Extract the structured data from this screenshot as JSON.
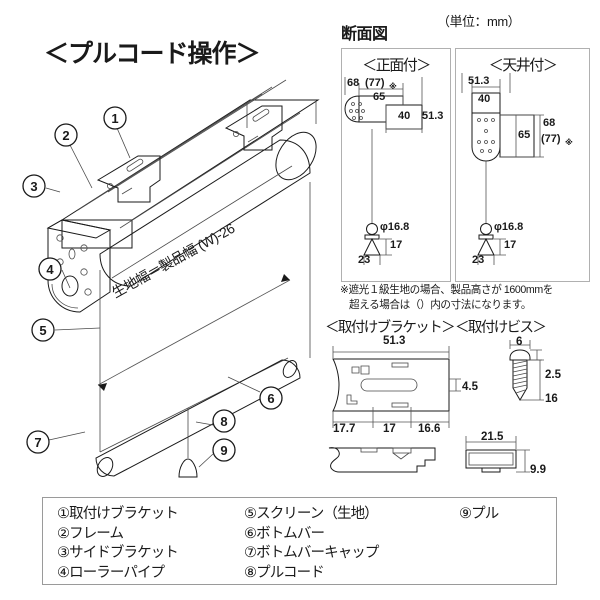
{
  "main_title": "＜プルコード操作＞",
  "unit_note": "（単位：mm）",
  "section_view": {
    "title": "断面図",
    "front_mount": {
      "title": "＜正面付＞",
      "dim_total": "68",
      "dim_total_paren": "(77)",
      "dim_65": "65",
      "dim_40": "40",
      "dim_513": "51.3",
      "dim_phi": "φ16.8",
      "dim_17": "17",
      "dim_23": "23"
    },
    "ceiling_mount": {
      "title": "＜天井付＞",
      "dim_513": "51.3",
      "dim_40": "40",
      "dim_65": "65",
      "dim_total": "68",
      "dim_total_paren": "(77)",
      "dim_phi": "φ16.8",
      "dim_17": "17",
      "dim_23": "23"
    },
    "note_line1": "※遮光１級生地の場合、製品高さが 1600mmを",
    "note_line2": "超える場合は（）内の寸法になります。"
  },
  "bracket": {
    "title": "＜取付けブラケット＞",
    "dim_513": "51.3",
    "dim_45": "4.5",
    "dim_177": "17.7",
    "dim_17": "17",
    "dim_166": "16.6"
  },
  "screw": {
    "title": "＜取付けビス＞",
    "dim_6": "6",
    "dim_25": "2.5",
    "dim_16": "16",
    "dim_215": "21.5",
    "dim_99": "9.9"
  },
  "illustration": {
    "width_label": "生地幅＝製品幅 (W)-26",
    "callouts": [
      "①",
      "②",
      "③",
      "④",
      "⑤",
      "⑥",
      "⑦",
      "⑧",
      "⑨"
    ]
  },
  "legend": {
    "column1": [
      "①取付けブラケット",
      "②フレーム",
      "③サイドブラケット",
      "④ローラーパイプ"
    ],
    "column2": [
      "⑤スクリーン（生地）",
      "⑥ボトムバー",
      "⑦ボトムバーキャップ",
      "⑧プルコード"
    ],
    "column3": [
      "⑨プル"
    ]
  },
  "colors": {
    "line": "#1a1a1a",
    "dim_line": "#555555",
    "box_border": "#b0b0b0",
    "background": "#ffffff"
  }
}
